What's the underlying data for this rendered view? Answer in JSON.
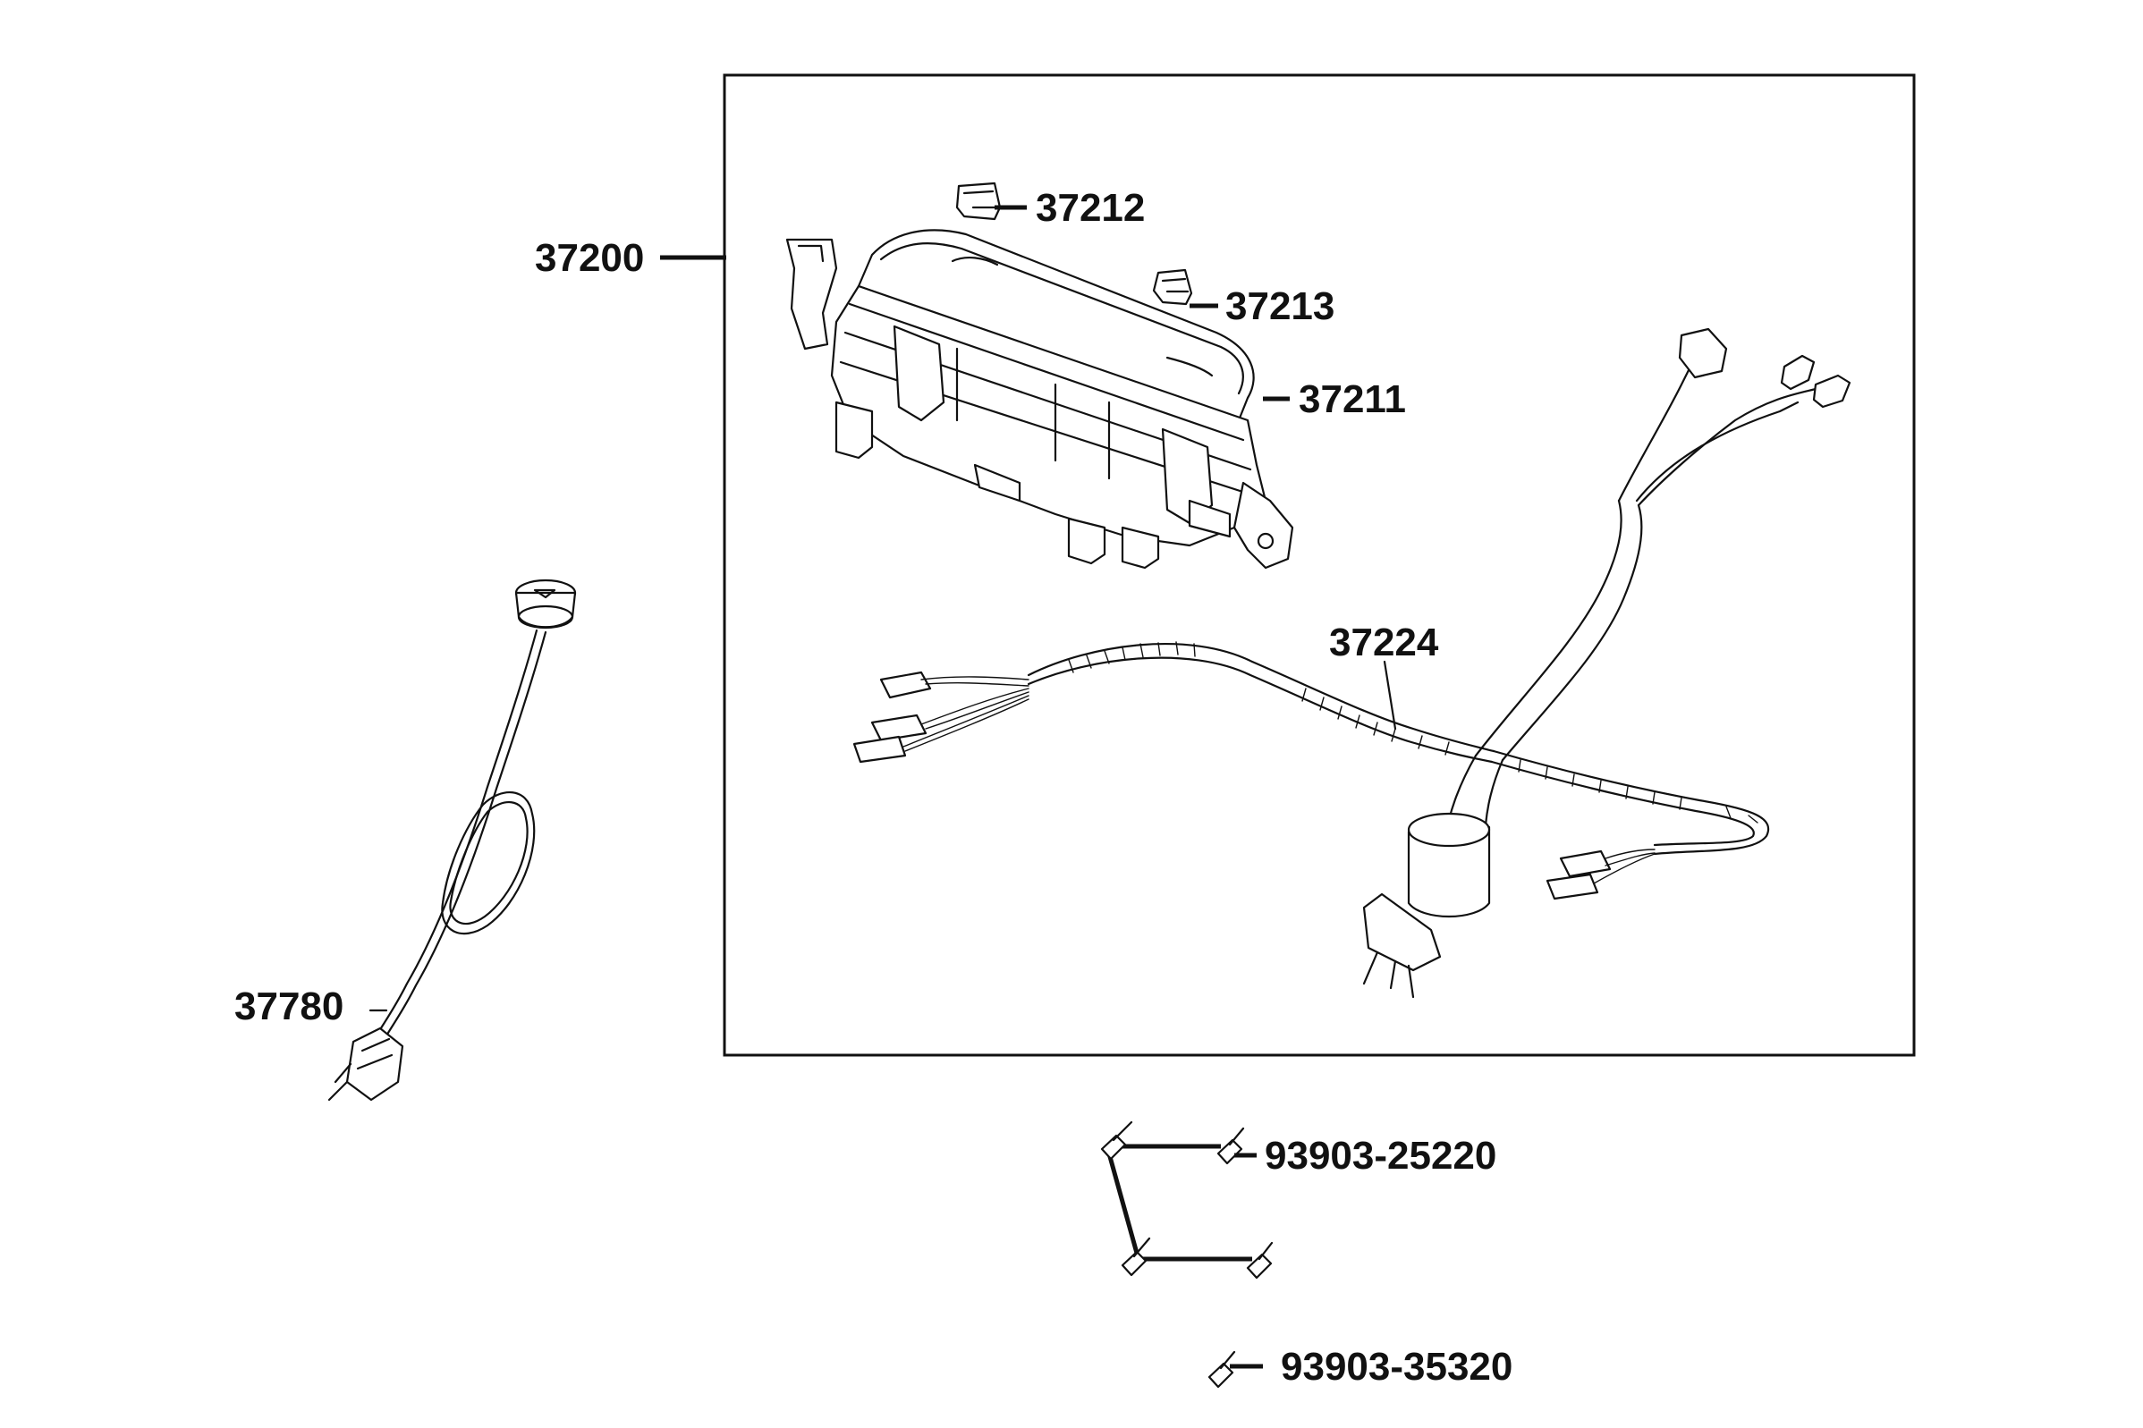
{
  "parts": {
    "p37200": "37200",
    "p37212": "37212",
    "p37213": "37213",
    "p37211": "37211",
    "p37224": "37224",
    "p37780": "37780",
    "p93903_25220": "93903-25220",
    "p93903_35320": "93903-35320"
  },
  "drawing": {
    "line_color": "#111111",
    "background": "#ffffff",
    "icons": [
      "meter-assembly-icon",
      "harness-icon",
      "speed-sensor-icon",
      "screw-icon",
      "clip-icon"
    ]
  }
}
